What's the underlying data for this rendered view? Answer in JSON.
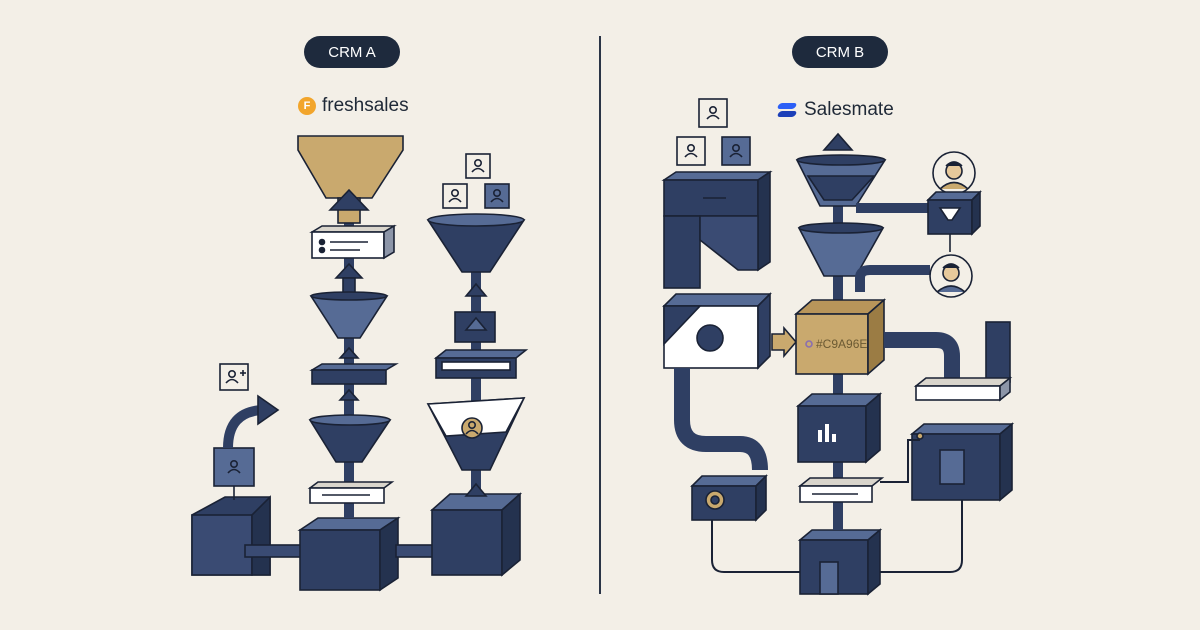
{
  "left": {
    "heading": "CRM A",
    "brand": {
      "logo_letter": "F",
      "name": "freshsales",
      "logo_color": "#f2a52b"
    }
  },
  "right": {
    "heading": "CRM B",
    "brand": {
      "name": "Salesmate",
      "logo_color": "#2c5ff6"
    },
    "box_label": "#C9A96E"
  },
  "colors": {
    "background": "#f3efe7",
    "navy": "#2f3f63",
    "navy_light": "#566b95",
    "gold": "#c9a96e",
    "outline": "#1a2235"
  }
}
